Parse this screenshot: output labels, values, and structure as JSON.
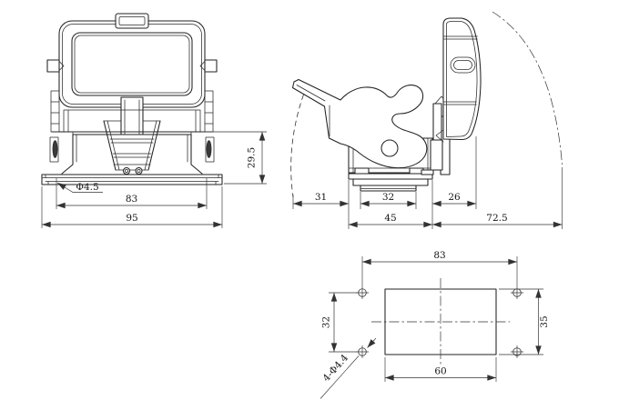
{
  "meta": {
    "background": "#ffffff",
    "line_color": "#222222",
    "text_color": "#151515",
    "drawing_type": "heavy-duty-connector-housing-3-view"
  },
  "front_view": {
    "dims": {
      "hole_diameter": "Φ4.5",
      "hole_spacing": "83",
      "flange_width": "95",
      "body_height": "29.5"
    }
  },
  "side_view": {
    "dims": {
      "lever_reach": "31",
      "base_inner_width": "32",
      "cover_offset": "26",
      "base_width": "45",
      "cover_swing_radius": "72.5"
    }
  },
  "panel_view": {
    "dims": {
      "hole_spacing_h": "83",
      "hole_spacing_v": "32",
      "cutout_height": "35",
      "cutout_width": "60",
      "holes_callout": "4-Φ4.4"
    }
  }
}
